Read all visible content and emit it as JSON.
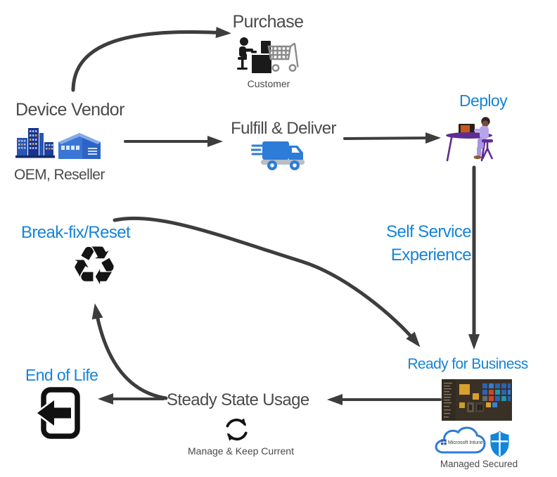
{
  "colors": {
    "accent_blue": "#1584d8",
    "dark_text": "#4a4a4a",
    "arrow": "#3d3d3d"
  },
  "icons": {
    "recycle_glyph": "♻"
  },
  "nodes": {
    "purchase": {
      "label": "Purchase",
      "caption": "Customer"
    },
    "device_vendor": {
      "label": "Device Vendor",
      "caption": "OEM, Reseller"
    },
    "fulfill_deliver": {
      "label": "Fulfill & Deliver"
    },
    "deploy": {
      "label": "Deploy"
    },
    "self_service": {
      "line1": "Self Service",
      "line2": "Experience"
    },
    "break_fix": {
      "label": "Break-fix/Reset"
    },
    "ready_for_business": {
      "label": "Ready for Business",
      "cloud_label": "Microsoft Intune",
      "managed_caption": "Managed",
      "secured_caption": "Secured"
    },
    "steady_state": {
      "label": "Steady State Usage",
      "caption": "Manage & Keep Current"
    },
    "end_of_life": {
      "label": "End of Life"
    }
  }
}
